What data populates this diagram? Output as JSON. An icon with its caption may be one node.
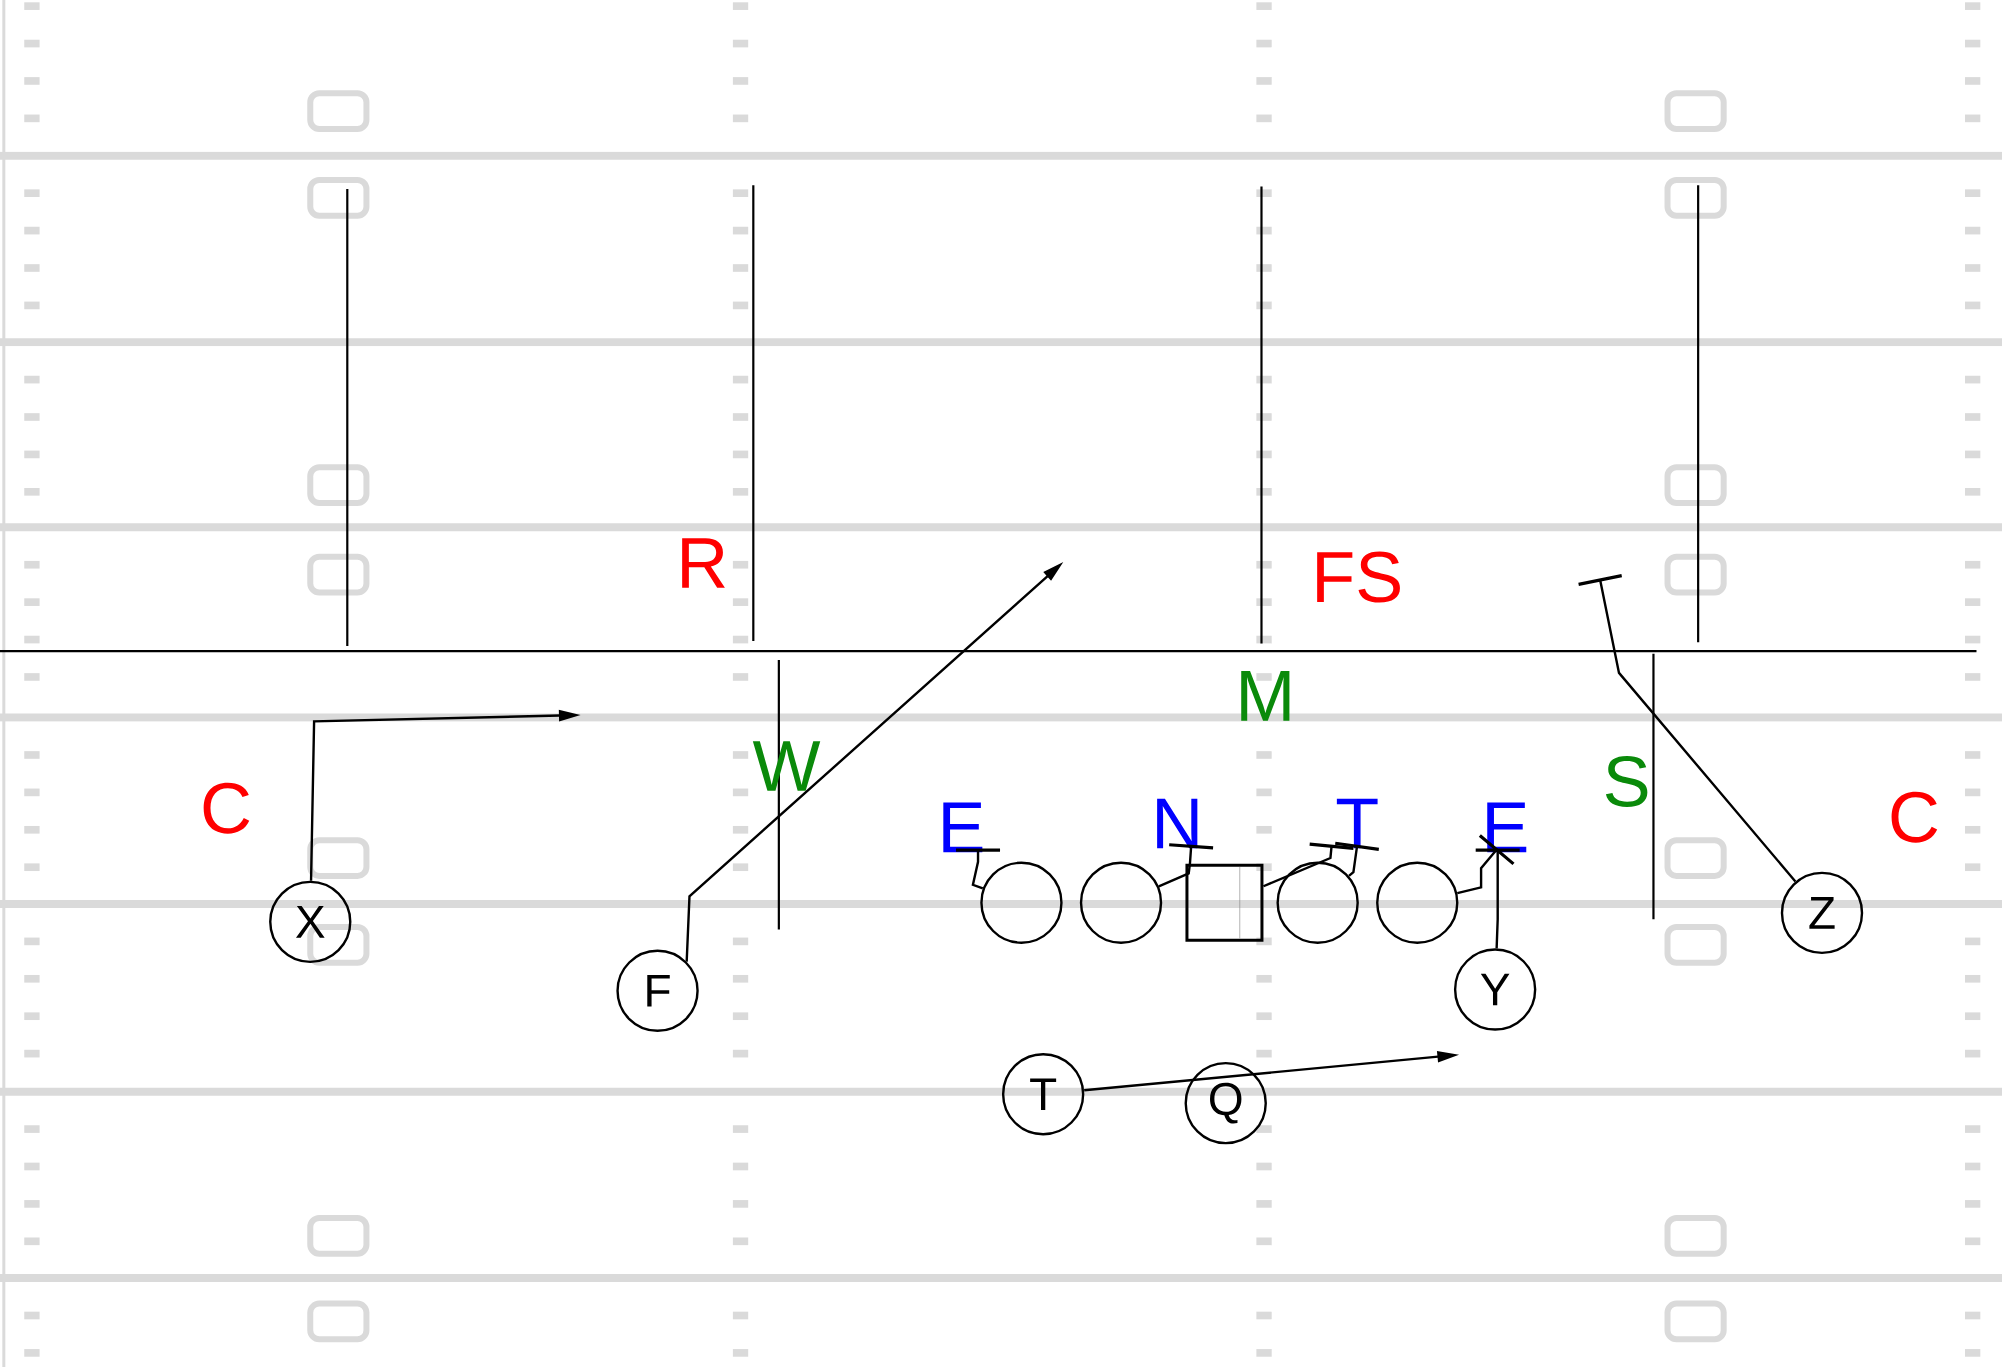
{
  "diagram": {
    "nodes": [
      {
        "text": [
          "X"
        ]
      },
      {
        "text": [
          "F"
        ]
      },
      {
        "text": [],
        "shape": "circle"
      },
      {
        "text": [],
        "shape": "circle"
      },
      {
        "text": [],
        "shape": "box"
      },
      {
        "text": [],
        "shape": "circle"
      },
      {
        "text": [],
        "shape": "circle"
      },
      {
        "text": [
          "Y"
        ]
      },
      {
        "text": [
          "Z"
        ]
      },
      {
        "text": [
          "T"
        ]
      },
      {
        "text": [
          "Q"
        ]
      },
      {
        "text": [
          "C"
        ]
      },
      {
        "text": [
          "R"
        ]
      },
      {
        "text": [
          "FS"
        ]
      },
      {
        "text": [
          "C"
        ]
      },
      {
        "text": [
          "M"
        ]
      },
      {
        "text": [
          "W"
        ]
      },
      {
        "text": [
          "S"
        ]
      },
      {
        "text": [
          "E"
        ]
      },
      {
        "text": [
          "N"
        ]
      },
      {
        "text": [
          "T"
        ]
      },
      {
        "text": [
          "E"
        ]
      }
    ],
    "edges": [
      {
        "from": 0,
        "to": null,
        "arrow": "to"
      },
      {
        "from": 1,
        "to": null,
        "arrow": "to"
      },
      {
        "from": 9,
        "to": null,
        "arrow": "to"
      },
      {
        "from": 8,
        "to": null,
        "arrow": "other"
      },
      {
        "from": 2,
        "to": 18,
        "arrow": "other"
      },
      {
        "from": 3,
        "to": 19,
        "arrow": "other"
      },
      {
        "from": 4,
        "to": 20,
        "arrow": "other"
      },
      {
        "from": 5,
        "to": 20,
        "arrow": "other"
      },
      {
        "from": 6,
        "to": 21,
        "arrow": "other"
      },
      {
        "from": 7,
        "to": 21,
        "arrow": "other"
      }
    ]
  }
}
